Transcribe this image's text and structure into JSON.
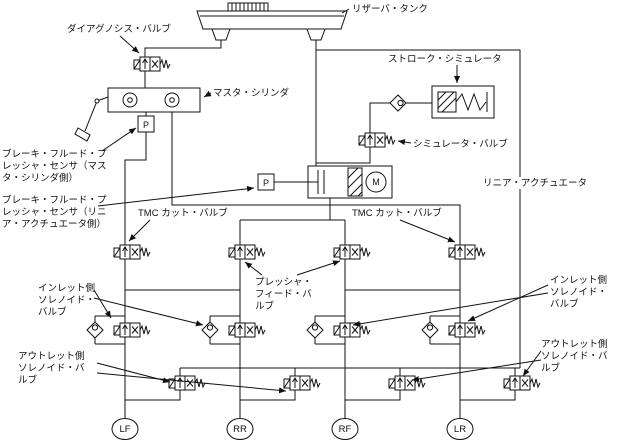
{
  "diagram": {
    "labels": {
      "reservoir_tank": "リザーバ・タンク",
      "diagnosis_valve": "ダイアグノシス・バルブ",
      "master_cylinder": "マスタ・シリンダ",
      "stroke_simulator": "ストローク・シミュレータ",
      "simulator_valve": "シミュレータ・バルブ",
      "linear_actuator": "リニア・アクチュエータ",
      "sensor_master": [
        "ブレーキ・フルード・プ",
        "レッシャ・センサ（マス",
        "タ・シリンダ側）"
      ],
      "sensor_linear": [
        "ブレーキ・フルード・プ",
        "レッシャ・センサ（リニ",
        "ア・アクチュエータ側）"
      ],
      "tmc_cut_valve_left": "TMC カット・バルブ",
      "tmc_cut_valve_right": "TMC カット・バルブ",
      "inlet_left": [
        "インレット側",
        "ソレノイド・",
        "バルブ"
      ],
      "inlet_right": [
        "インレット側",
        "ソレノイド・",
        "バルブ"
      ],
      "pressure_feed": [
        "プレッシャ・",
        "フィード・バ",
        "ルブ"
      ],
      "outlet_left": [
        "アウトレット側",
        "ソレノイド・バ",
        "ルブ"
      ],
      "outlet_right": [
        "アウトレット側",
        "ソレノイド・バ",
        "ルブ"
      ],
      "pressure_symbol": "P",
      "motor_symbol": "M"
    },
    "wheels": [
      "LF",
      "RR",
      "RF",
      "LR"
    ]
  }
}
